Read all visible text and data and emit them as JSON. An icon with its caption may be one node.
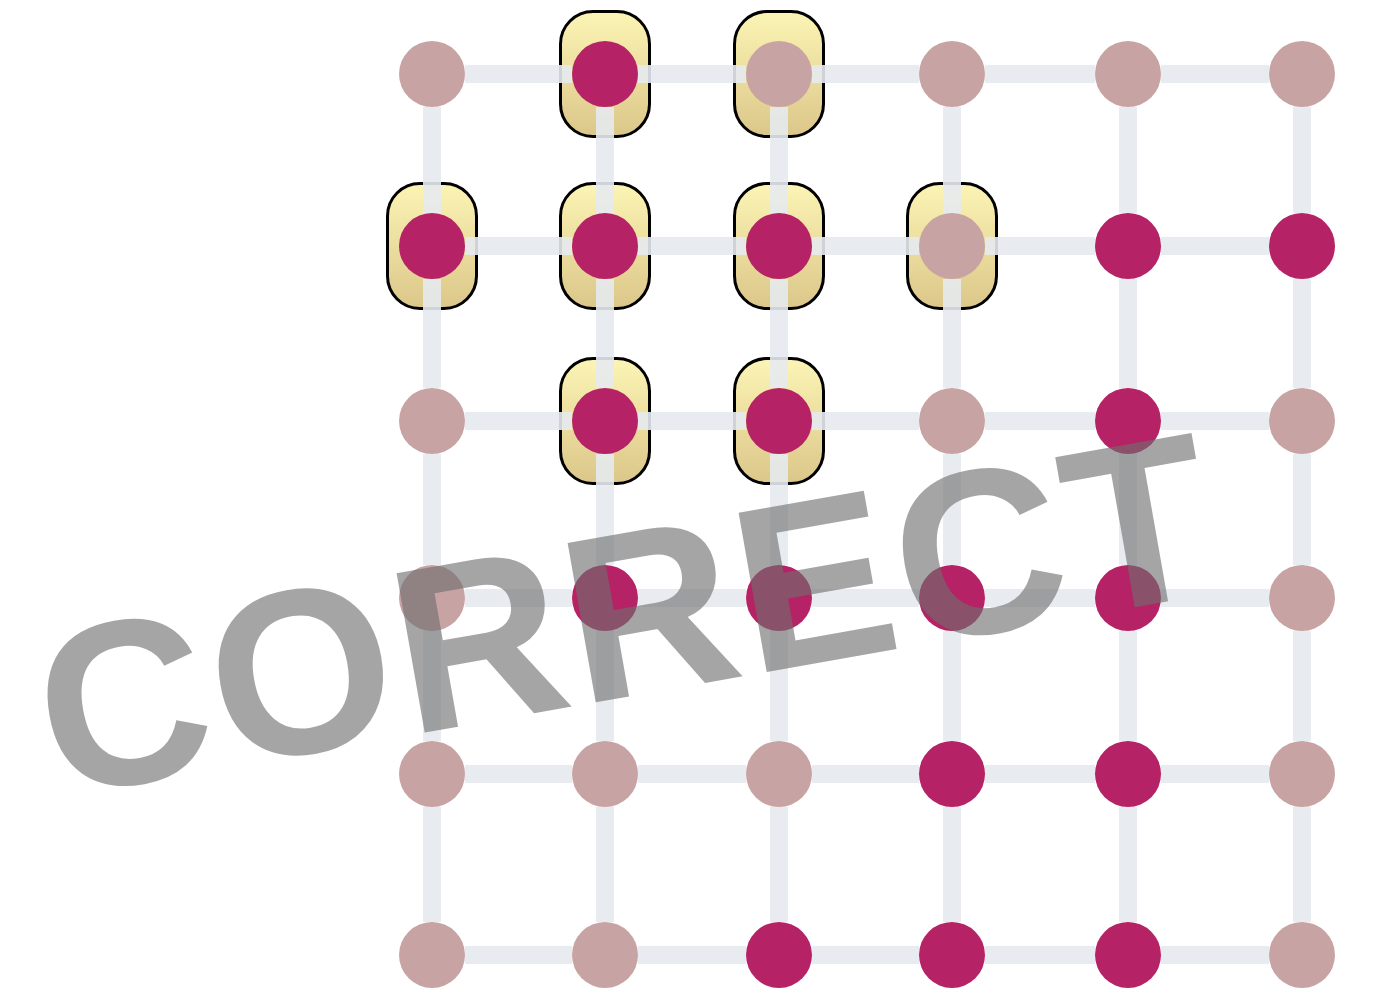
{
  "diagram": {
    "nodes": [
      {
        "text": [],
        "shape": "circle"
      },
      {
        "text": [],
        "shape": "circle"
      },
      {
        "text": [],
        "shape": "circle"
      },
      {
        "text": [],
        "shape": "circle"
      },
      {
        "text": [],
        "shape": "circle"
      },
      {
        "text": [],
        "shape": "circle"
      },
      {
        "text": [],
        "shape": "circle"
      },
      {
        "text": [],
        "shape": "circle"
      },
      {
        "text": [],
        "shape": "circle"
      },
      {
        "text": [],
        "shape": "circle"
      },
      {
        "text": [],
        "shape": "circle"
      },
      {
        "text": [],
        "shape": "circle"
      },
      {
        "text": [],
        "shape": "circle"
      },
      {
        "text": [],
        "shape": "circle"
      },
      {
        "text": [],
        "shape": "circle"
      },
      {
        "text": [],
        "shape": "circle"
      },
      {
        "text": [],
        "shape": "circle"
      },
      {
        "text": [],
        "shape": "circle"
      },
      {
        "text": [],
        "shape": "circle"
      },
      {
        "text": [],
        "shape": "circle"
      },
      {
        "text": [],
        "shape": "circle"
      },
      {
        "text": [],
        "shape": "circle"
      },
      {
        "text": [],
        "shape": "circle"
      },
      {
        "text": [],
        "shape": "circle"
      },
      {
        "text": [],
        "shape": "circle"
      },
      {
        "text": [],
        "shape": "circle"
      },
      {
        "text": [],
        "shape": "circle"
      },
      {
        "text": [],
        "shape": "circle"
      },
      {
        "text": [],
        "shape": "circle"
      },
      {
        "text": [],
        "shape": "circle"
      },
      {
        "text": [],
        "shape": "circle"
      },
      {
        "text": [],
        "shape": "circle"
      },
      {
        "text": [],
        "shape": "circle"
      },
      {
        "text": [],
        "shape": "circle"
      },
      {
        "text": [],
        "shape": "circle"
      },
      {
        "text": [],
        "shape": "circle"
      }
    ],
    "edges": [
      {
        "from": 0,
        "to": 1,
        "arrow": "none"
      },
      {
        "from": 1,
        "to": 2,
        "arrow": "none"
      },
      {
        "from": 2,
        "to": 3,
        "arrow": "none"
      },
      {
        "from": 3,
        "to": 4,
        "arrow": "none"
      },
      {
        "from": 4,
        "to": 5,
        "arrow": "none"
      },
      {
        "from": 0,
        "to": 6,
        "arrow": "none"
      },
      {
        "from": 1,
        "to": 7,
        "arrow": "none"
      },
      {
        "from": 2,
        "to": 8,
        "arrow": "none"
      },
      {
        "from": 3,
        "to": 9,
        "arrow": "none"
      },
      {
        "from": 4,
        "to": 10,
        "arrow": "none"
      },
      {
        "from": 5,
        "to": 11,
        "arrow": "none"
      },
      {
        "from": 6,
        "to": 7,
        "arrow": "none"
      },
      {
        "from": 7,
        "to": 8,
        "arrow": "none"
      },
      {
        "from": 8,
        "to": 9,
        "arrow": "none"
      },
      {
        "from": 9,
        "to": 10,
        "arrow": "none"
      },
      {
        "from": 10,
        "to": 11,
        "arrow": "none"
      },
      {
        "from": 6,
        "to": 12,
        "arrow": "none"
      },
      {
        "from": 7,
        "to": 13,
        "arrow": "none"
      },
      {
        "from": 8,
        "to": 14,
        "arrow": "none"
      },
      {
        "from": 9,
        "to": 15,
        "arrow": "none"
      },
      {
        "from": 10,
        "to": 16,
        "arrow": "none"
      },
      {
        "from": 11,
        "to": 17,
        "arrow": "none"
      },
      {
        "from": 12,
        "to": 13,
        "arrow": "none"
      },
      {
        "from": 13,
        "to": 14,
        "arrow": "none"
      },
      {
        "from": 14,
        "to": 15,
        "arrow": "none"
      },
      {
        "from": 15,
        "to": 16,
        "arrow": "none"
      },
      {
        "from": 16,
        "to": 17,
        "arrow": "none"
      },
      {
        "from": 12,
        "to": 18,
        "arrow": "none"
      },
      {
        "from": 13,
        "to": 19,
        "arrow": "none"
      },
      {
        "from": 14,
        "to": 20,
        "arrow": "none"
      },
      {
        "from": 15,
        "to": 21,
        "arrow": "none"
      },
      {
        "from": 16,
        "to": 22,
        "arrow": "none"
      },
      {
        "from": 17,
        "to": 23,
        "arrow": "none"
      },
      {
        "from": 18,
        "to": 19,
        "arrow": "none"
      },
      {
        "from": 19,
        "to": 20,
        "arrow": "none"
      },
      {
        "from": 20,
        "to": 21,
        "arrow": "none"
      },
      {
        "from": 21,
        "to": 22,
        "arrow": "none"
      },
      {
        "from": 22,
        "to": 23,
        "arrow": "none"
      },
      {
        "from": 18,
        "to": 24,
        "arrow": "none"
      },
      {
        "from": 19,
        "to": 25,
        "arrow": "none"
      },
      {
        "from": 20,
        "to": 26,
        "arrow": "none"
      },
      {
        "from": 21,
        "to": 27,
        "arrow": "none"
      },
      {
        "from": 22,
        "to": 28,
        "arrow": "none"
      },
      {
        "from": 23,
        "to": 29,
        "arrow": "none"
      },
      {
        "from": 24,
        "to": 25,
        "arrow": "none"
      },
      {
        "from": 25,
        "to": 26,
        "arrow": "none"
      },
      {
        "from": 26,
        "to": 27,
        "arrow": "none"
      },
      {
        "from": 27,
        "to": 28,
        "arrow": "none"
      },
      {
        "from": 28,
        "to": 29,
        "arrow": "none"
      },
      {
        "from": 24,
        "to": 30,
        "arrow": "none"
      },
      {
        "from": 25,
        "to": 31,
        "arrow": "none"
      },
      {
        "from": 26,
        "to": 32,
        "arrow": "none"
      },
      {
        "from": 27,
        "to": 33,
        "arrow": "none"
      },
      {
        "from": 28,
        "to": 34,
        "arrow": "none"
      },
      {
        "from": 29,
        "to": 35,
        "arrow": "none"
      },
      {
        "from": 30,
        "to": 31,
        "arrow": "none"
      },
      {
        "from": 31,
        "to": 32,
        "arrow": "none"
      },
      {
        "from": 32,
        "to": 33,
        "arrow": "none"
      },
      {
        "from": 33,
        "to": 34,
        "arrow": "none"
      },
      {
        "from": 34,
        "to": 35,
        "arrow": "none"
      }
    ],
    "labels": [
      "CORRECT"
    ]
  }
}
